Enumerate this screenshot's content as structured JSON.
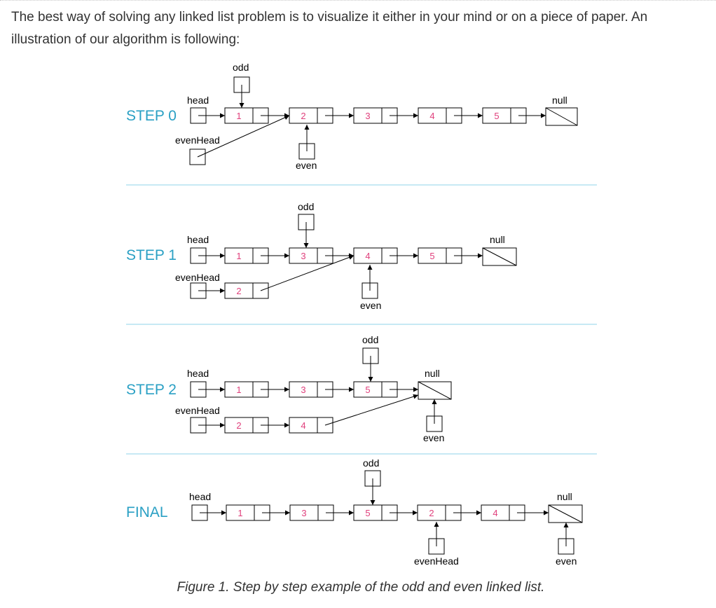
{
  "intro": "The best way of solving any linked list problem is to visualize it either in your mind or on a piece of paper. An illustration of our algorithm is following:",
  "caption": "Figure 1. Step by step example of the odd and even linked list.",
  "colors": {
    "step_label": "#2aa0c4",
    "node_value": "#e0407c",
    "separator": "#8fd3e8",
    "line": "#000000"
  },
  "steps": [
    {
      "label": "STEP 0",
      "head_label": "head",
      "even_head_label": "evenHead",
      "odd_label": "odd",
      "even_label": "even",
      "null_label": "null",
      "odd_list": [
        "1",
        "2",
        "3",
        "4",
        "5"
      ]
    },
    {
      "label": "STEP 1",
      "head_label": "head",
      "even_head_label": "evenHead",
      "odd_label": "odd",
      "even_label": "even",
      "null_label": "null",
      "odd_list": [
        "1",
        "3",
        "4",
        "5"
      ],
      "even_list": [
        "2"
      ]
    },
    {
      "label": "STEP 2",
      "head_label": "head",
      "even_head_label": "evenHead",
      "odd_label": "odd",
      "even_label": "even",
      "null_label": "null",
      "odd_list": [
        "1",
        "3",
        "5"
      ],
      "even_list": [
        "2",
        "4"
      ]
    },
    {
      "label": "FINAL",
      "head_label": "head",
      "odd_label": "odd",
      "even_label": "even",
      "even_head_label": "evenHead",
      "null_label": "null",
      "list": [
        "1",
        "3",
        "5",
        "2",
        "4"
      ]
    }
  ]
}
